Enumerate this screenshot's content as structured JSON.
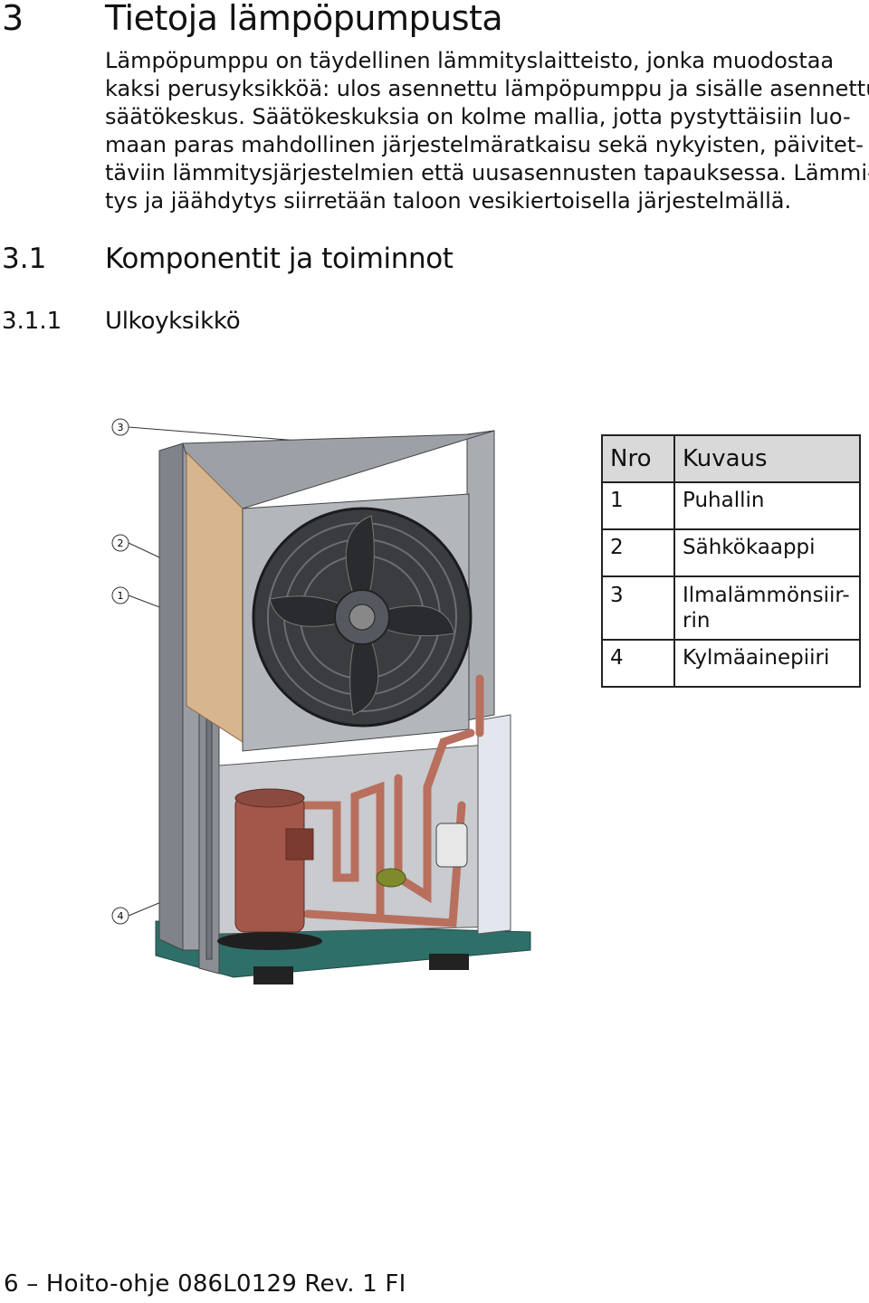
{
  "chapter": {
    "number": "3",
    "title": "Tietoja lämpöpumpusta"
  },
  "intro_lines": [
    "Lämpöpumppu on täydellinen lämmityslaitteisto, jonka muodostaa",
    "kaksi perusyksikköä: ulos asennettu lämpöpumppu ja sisälle asennettu",
    "säätökeskus. Säätökeskuksia on kolme mallia, jotta pystyttäisiin luo-",
    "maan paras mahdollinen järjestelmäratkaisu sekä nykyisten, päivitet-",
    "täviin lämmitysjärjestelmien että uusasennusten tapauksessa. Lämmi-",
    "tys ja jäähdytys siirretään taloon vesikiertoisella järjestelmällä."
  ],
  "section": {
    "number": "3.1",
    "title": "Komponentit ja toiminnot"
  },
  "subsection": {
    "number": "3.1.1",
    "title": "Ulkoyksikkö"
  },
  "callouts": [
    "3",
    "2",
    "1",
    "4"
  ],
  "table": {
    "headers": [
      "Nro",
      "Kuvaus"
    ],
    "rows": [
      {
        "nro": "1",
        "kuvaus": "Puhallin"
      },
      {
        "nro": "2",
        "kuvaus": "Sähkökaappi"
      },
      {
        "nro": "3",
        "kuvaus_line1": "Ilmalämmönsiir-",
        "kuvaus_line2": "rin"
      },
      {
        "nro": "4",
        "kuvaus": "Kylmäainepiiri"
      }
    ]
  },
  "footer": "6 – Hoito-ohje 086L0129 Rev. 1 FI",
  "colors": {
    "cabinet": "#8e9298",
    "fan_panel": "#b3b6bb",
    "base": "#2e6f69",
    "copper": "#b96f5e",
    "compressor": "#a2574a"
  }
}
